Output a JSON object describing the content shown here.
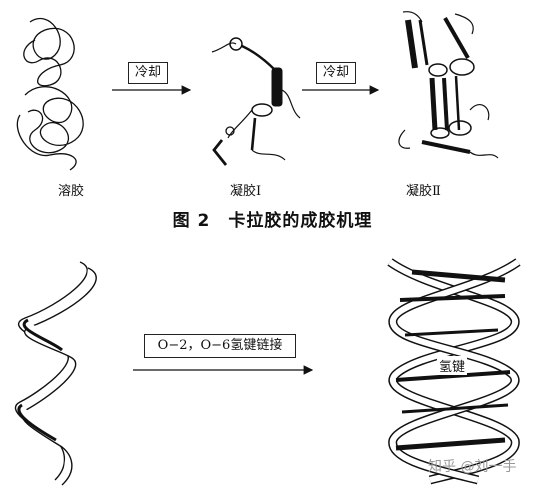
{
  "top": {
    "arrow1_label": "冷却",
    "arrow2_label": "冷却",
    "state_labels": [
      "溶胶",
      "凝胶Ⅰ",
      "凝胶Ⅱ"
    ],
    "figure_title": "图 2　卡拉胶的成胶机理"
  },
  "bottom": {
    "arrow_label": "O−2，O−6氢键链接",
    "helix_label": "氢键"
  },
  "watermark": "知乎 @刘一手"
}
